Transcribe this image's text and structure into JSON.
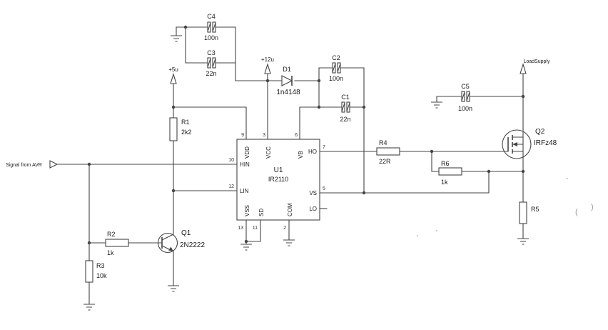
{
  "schematic": {
    "input_label": "Signal from AVR",
    "supplies": {
      "v5": "+5u",
      "v12": "+12u",
      "load": "LoadSupply"
    },
    "ic": {
      "ref": "U1",
      "value": "IR2110",
      "pins": {
        "vdd": {
          "name": "VDD",
          "num": "9"
        },
        "vcc": {
          "name": "VCC",
          "num": "3"
        },
        "vb": {
          "name": "VB",
          "num": "6"
        },
        "hin": {
          "name": "HIN",
          "num": "10"
        },
        "lin": {
          "name": "LIN",
          "num": "12"
        },
        "ho": {
          "name": "HO",
          "num": "7"
        },
        "vs": {
          "name": "VS",
          "num": "5"
        },
        "lo": {
          "name": "LO"
        },
        "vss": {
          "name": "VSS",
          "num": "13"
        },
        "sd": {
          "name": "SD",
          "num": "11"
        },
        "com": {
          "name": "COM",
          "num": "2"
        }
      }
    },
    "components": {
      "r1": {
        "ref": "R1",
        "value": "2k2"
      },
      "r2": {
        "ref": "R2",
        "value": "1k"
      },
      "r3": {
        "ref": "R3",
        "value": "10k"
      },
      "r4": {
        "ref": "R4",
        "value": "22R"
      },
      "r5": {
        "ref": "R5"
      },
      "r6": {
        "ref": "R6",
        "value": "1k"
      },
      "c1": {
        "ref": "C1",
        "value": "22n"
      },
      "c2": {
        "ref": "C2",
        "value": "100n"
      },
      "c3": {
        "ref": "C3",
        "value": "22n"
      },
      "c4": {
        "ref": "C4",
        "value": "100n"
      },
      "c5": {
        "ref": "C5",
        "value": "100n"
      },
      "d1": {
        "ref": "D1",
        "value": "1n4148"
      },
      "q1": {
        "ref": "Q1",
        "value": "2N2222"
      },
      "q2": {
        "ref": "Q2",
        "value": "IRFz48"
      }
    },
    "artifacts": {
      "a1": "(",
      "a2": ")"
    }
  },
  "colors": {
    "wire": "#444444",
    "text": "#1a1a1a",
    "background": "#ffffff"
  }
}
